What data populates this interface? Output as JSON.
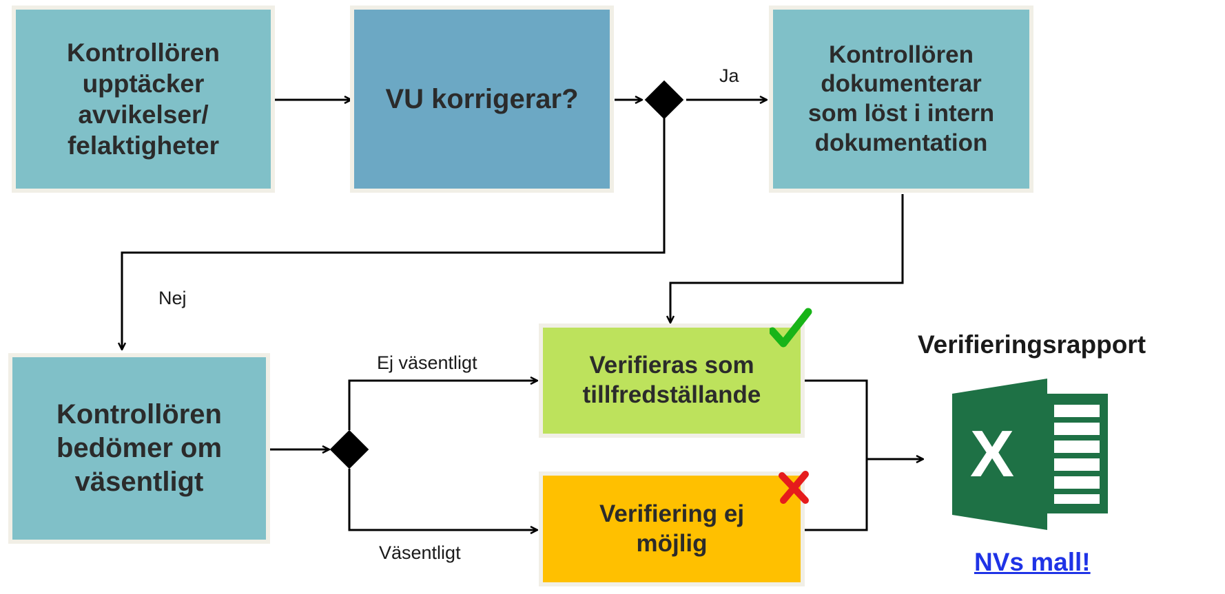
{
  "boxes": {
    "detect": "Kontrollören\nupptäcker\navvikelser/\nfelaktigheter",
    "vu_corrects": "VU korrigerar?",
    "documents": "Kontrollören\ndokumenterar\nsom löst i intern\ndokumentation",
    "assess": "Kontrollören\nbedömer om\nväsentligt",
    "verified": "Verifieras som\ntillfredställande",
    "not_possible": "Verifiering ej\nmöjlig"
  },
  "edge_labels": {
    "yes": "Ja",
    "no": "Nej",
    "not_significant": "Ej väsentligt",
    "significant": "Väsentligt"
  },
  "report": {
    "title": "Verifieringsrapport",
    "link": "NVs mall!",
    "excel_letter": "X"
  },
  "icons": {
    "check": "check-icon",
    "cross": "cross-icon",
    "excel": "excel-icon"
  },
  "colors": {
    "teal": "#80c0c8",
    "blue": "#6ca8c4",
    "green": "#bde25c",
    "amber": "#ffc000",
    "excel_green": "#1e7145",
    "link": "#1f33e6",
    "check": "#18b418",
    "cross": "#e51c1c"
  }
}
